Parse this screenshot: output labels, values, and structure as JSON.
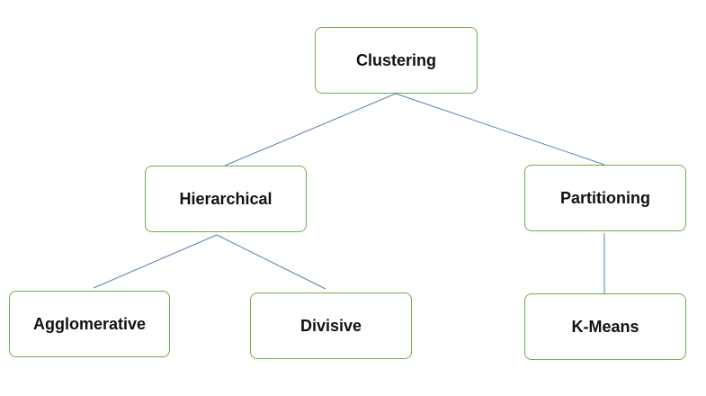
{
  "diagram": {
    "nodes": {
      "clustering": "Clustering",
      "hierarchical": "Hierarchical",
      "partitioning": "Partitioning",
      "agglomerative": "Agglomerative",
      "divisive": "Divisive",
      "kmeans": "K-Means"
    },
    "edges": [
      [
        "clustering",
        "hierarchical"
      ],
      [
        "clustering",
        "partitioning"
      ],
      [
        "hierarchical",
        "agglomerative"
      ],
      [
        "hierarchical",
        "divisive"
      ],
      [
        "partitioning",
        "kmeans"
      ]
    ],
    "colors": {
      "node_border": "#6fab4a",
      "edge": "#5b7fb3",
      "text": "#111111"
    }
  }
}
